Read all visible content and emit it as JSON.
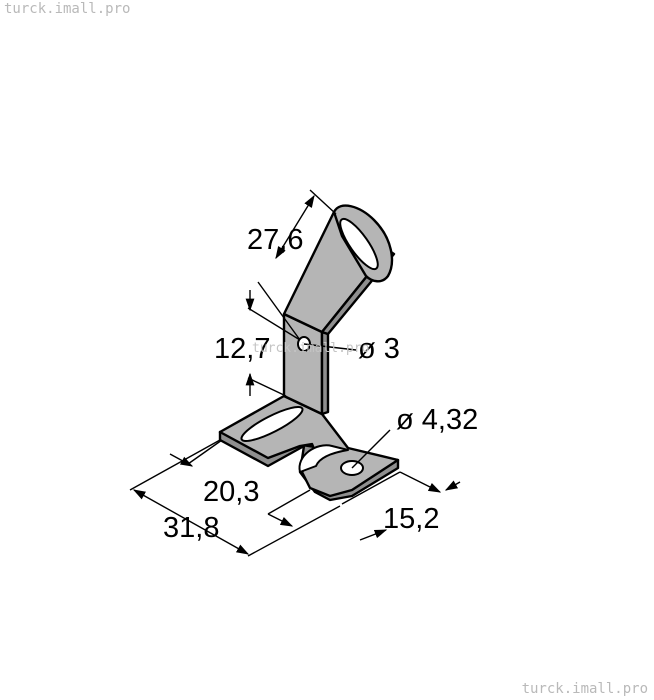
{
  "watermark": {
    "top": "turck.imall.pro",
    "center": "turck.imall.pro",
    "bottom": "turck.imall.pro"
  },
  "dimensions": {
    "top_width": "27,6",
    "height": "12,7",
    "small_hole": "ø 3",
    "large_hole": "ø 4,32",
    "slot_width": "20,3",
    "overall_length": "31,8",
    "base_depth": "15,2"
  },
  "colors": {
    "metal": "#b5b5b5",
    "metal_dark": "#8f8f8f",
    "line": "#000000"
  }
}
